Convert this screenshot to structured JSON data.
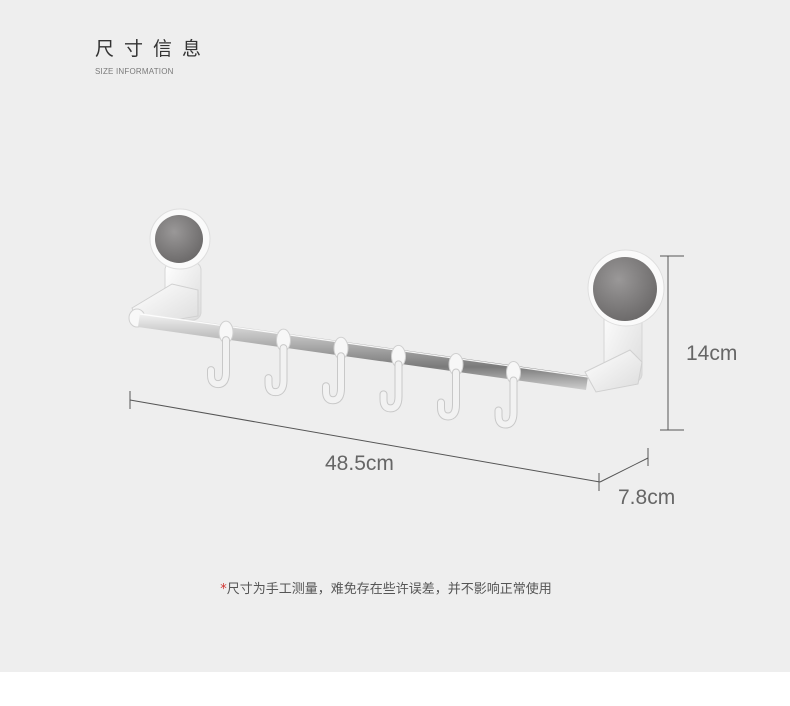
{
  "heading": {
    "title": "尺寸信息",
    "subtitle": "SIZE INFORMATION"
  },
  "dimensions": {
    "length": "48.5cm",
    "height": "14cm",
    "depth": "7.8cm"
  },
  "note": {
    "marker": "*",
    "text": "尺寸为手工测量，难免存在些许误差，并不影响正常使用"
  },
  "product": {
    "hook_count": 6
  },
  "colors": {
    "background": "#eeeeee",
    "text": "#666666",
    "accent": "#d0312d"
  }
}
